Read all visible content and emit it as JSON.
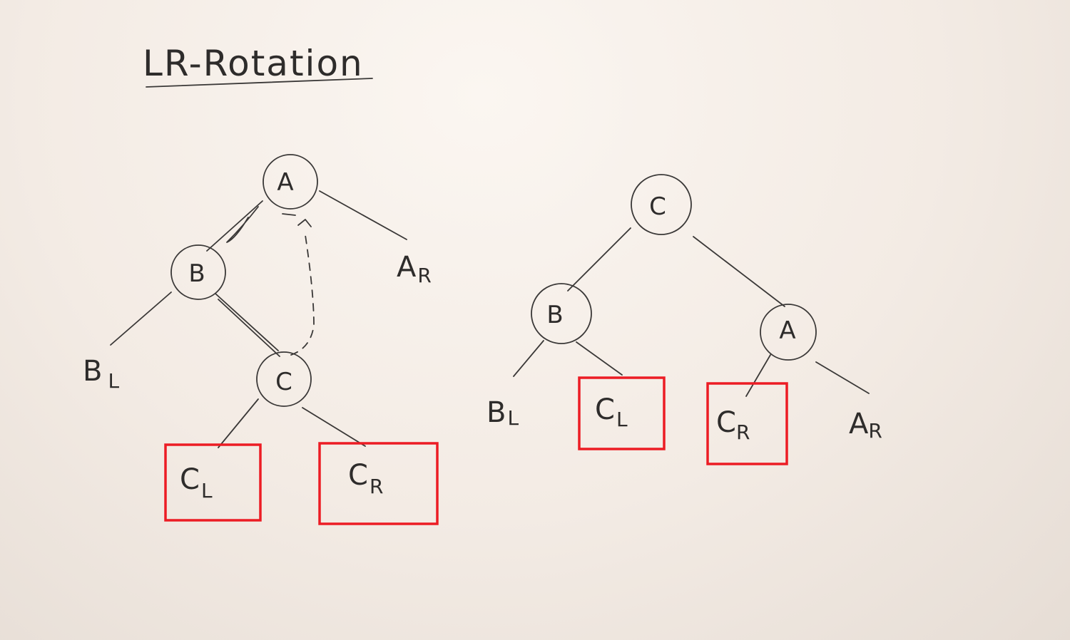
{
  "title": "LR-Rotation",
  "before": {
    "nodes": {
      "a": "A",
      "b": "B",
      "c": "C"
    },
    "leaves": {
      "bl": {
        "main": "B",
        "sub": "L"
      },
      "ar": {
        "main": "A",
        "sub": "R"
      },
      "cl": {
        "main": "C",
        "sub": "L"
      },
      "cr": {
        "main": "C",
        "sub": "R"
      }
    }
  },
  "after": {
    "nodes": {
      "c": "C",
      "b": "B",
      "a": "A"
    },
    "leaves": {
      "bl": {
        "main": "B",
        "sub": "L"
      },
      "cl": {
        "main": "C",
        "sub": "L"
      },
      "cr": {
        "main": "C",
        "sub": "R"
      },
      "ar": {
        "main": "A",
        "sub": "R"
      }
    }
  },
  "colors": {
    "ink": "#3a3837",
    "highlight": "#ec1c24"
  }
}
